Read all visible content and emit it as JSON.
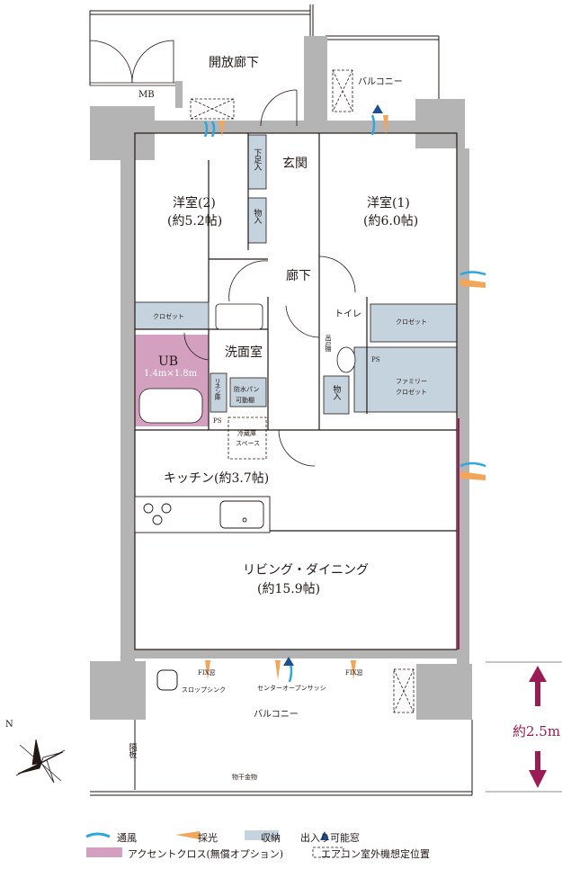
{
  "rooms": {
    "open_corridor": "開放廊下",
    "mb": "MB",
    "balcony_top": "バルコニー",
    "entrance": "玄関",
    "shoe_storage": "下足入",
    "western2_name": "洋室(2)",
    "western2_size": "(約5.2帖)",
    "western1_name": "洋室(1)",
    "western1_size": "(約6.0帖)",
    "storage1": "物入",
    "hall": "廊下",
    "closet_left": "クロゼット",
    "closet_right": "クロゼット",
    "toilet": "トイレ",
    "hanging_shelf": "吊戸棚",
    "ps1": "PS",
    "ps2": "PS",
    "ub": "UB",
    "ub_size": "1.4m×1.8m",
    "washroom": "洗面室",
    "linen": "リネン庫",
    "washer_pan": "防水パン",
    "movable_shelf": "可動棚",
    "storage2": "物入",
    "family_closet_1": "ファミリー",
    "family_closet_2": "クロゼット",
    "fridge_1": "冷蔵庫",
    "fridge_2": "スペース",
    "kitchen": "キッチン(約3.7帖)",
    "living": "リビング・ダイニング",
    "living_size": "(約15.9帖)",
    "fix_window_left": "FIX窓",
    "fix_window_right": "FIX窓",
    "slop_sink": "スロップシンク",
    "center_sash": "センターオープンサッシ",
    "balcony_bottom": "バルコニー",
    "partition": "隔板",
    "clothes_hanger": "物干金物"
  },
  "compass": {
    "north": "N"
  },
  "ceiling_height": "約2.5m",
  "legend": {
    "ventilation": "通風",
    "daylight": "採光",
    "storage": "収納",
    "exit_window": "出入り可能窓",
    "accent_cross": "アクセントクロス(無償オプション)",
    "ac_outdoor": "エアコン室外機想定位置"
  },
  "colors": {
    "wall": "#b4b4b5",
    "line": "#231815",
    "storage_fill": "#c5d3df",
    "accent_fill": "#d4a0c0",
    "accent_line": "#a0175a",
    "ventilation": "#2ca7e0",
    "daylight": "#f2a65a",
    "exit_marker": "#1d4f91",
    "height_arrow": "#9b1c54"
  }
}
